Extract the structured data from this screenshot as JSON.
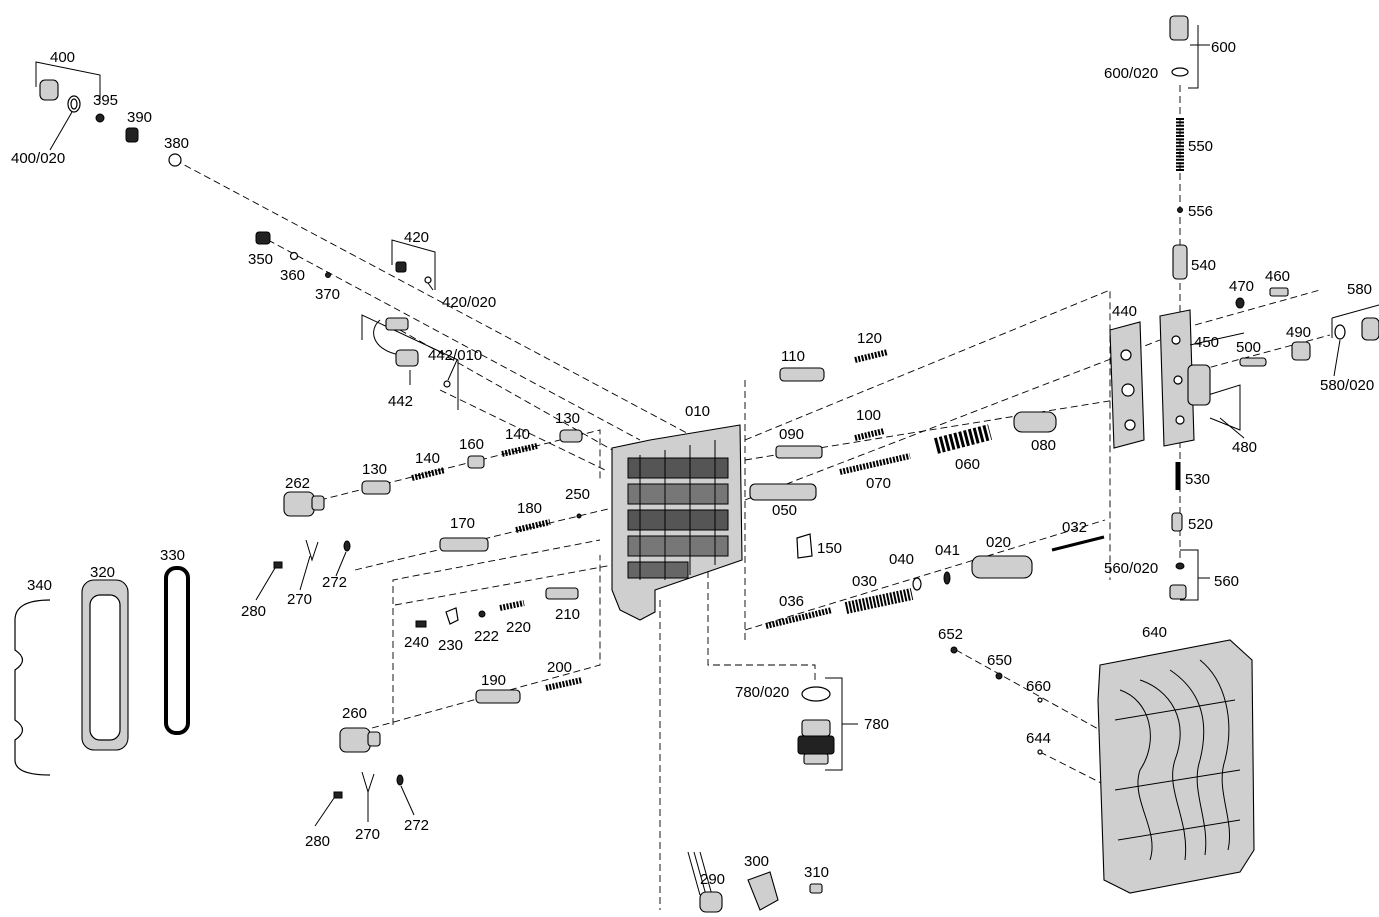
{
  "labels": {
    "l400": "400",
    "l400_020": "400/020",
    "l395": "395",
    "l390": "390",
    "l380": "380",
    "l350": "350",
    "l360": "360",
    "l370": "370",
    "l420": "420",
    "l420_020": "420/020",
    "l442": "442",
    "l442_010": "442/010",
    "l010": "010",
    "l130a": "130",
    "l140a": "140",
    "l160": "160",
    "l140b": "140",
    "l130b": "130",
    "l262": "262",
    "l170": "170",
    "l180": "180",
    "l250": "250",
    "l280a": "280",
    "l270a": "270",
    "l272a": "272",
    "l240": "240",
    "l230": "230",
    "l222": "222",
    "l220": "220",
    "l210": "210",
    "l190": "190",
    "l200": "200",
    "l260": "260",
    "l280b": "280",
    "l270b": "270",
    "l272b": "272",
    "l340": "340",
    "l320": "320",
    "l330": "330",
    "l110": "110",
    "l120": "120",
    "l090": "090",
    "l100": "100",
    "l060": "060",
    "l080": "080",
    "l050": "050",
    "l070": "070",
    "l150": "150",
    "l040": "040",
    "l041": "041",
    "l020": "020",
    "l032": "032",
    "l036": "036",
    "l030": "030",
    "l780_020": "780/020",
    "l780": "780",
    "l290": "290",
    "l300": "300",
    "l310": "310",
    "l440": "440",
    "l450": "450",
    "l480": "480",
    "l470": "470",
    "l460": "460",
    "l500": "500",
    "l490": "490",
    "l580": "580",
    "l580_020": "580/020",
    "l600": "600",
    "l600_020": "600/020",
    "l550": "550",
    "l556": "556",
    "l540": "540",
    "l530": "530",
    "l520": "520",
    "l560_020": "560/020",
    "l560": "560",
    "l640": "640",
    "l652": "652",
    "l650": "650",
    "l660": "660",
    "l644": "644"
  }
}
